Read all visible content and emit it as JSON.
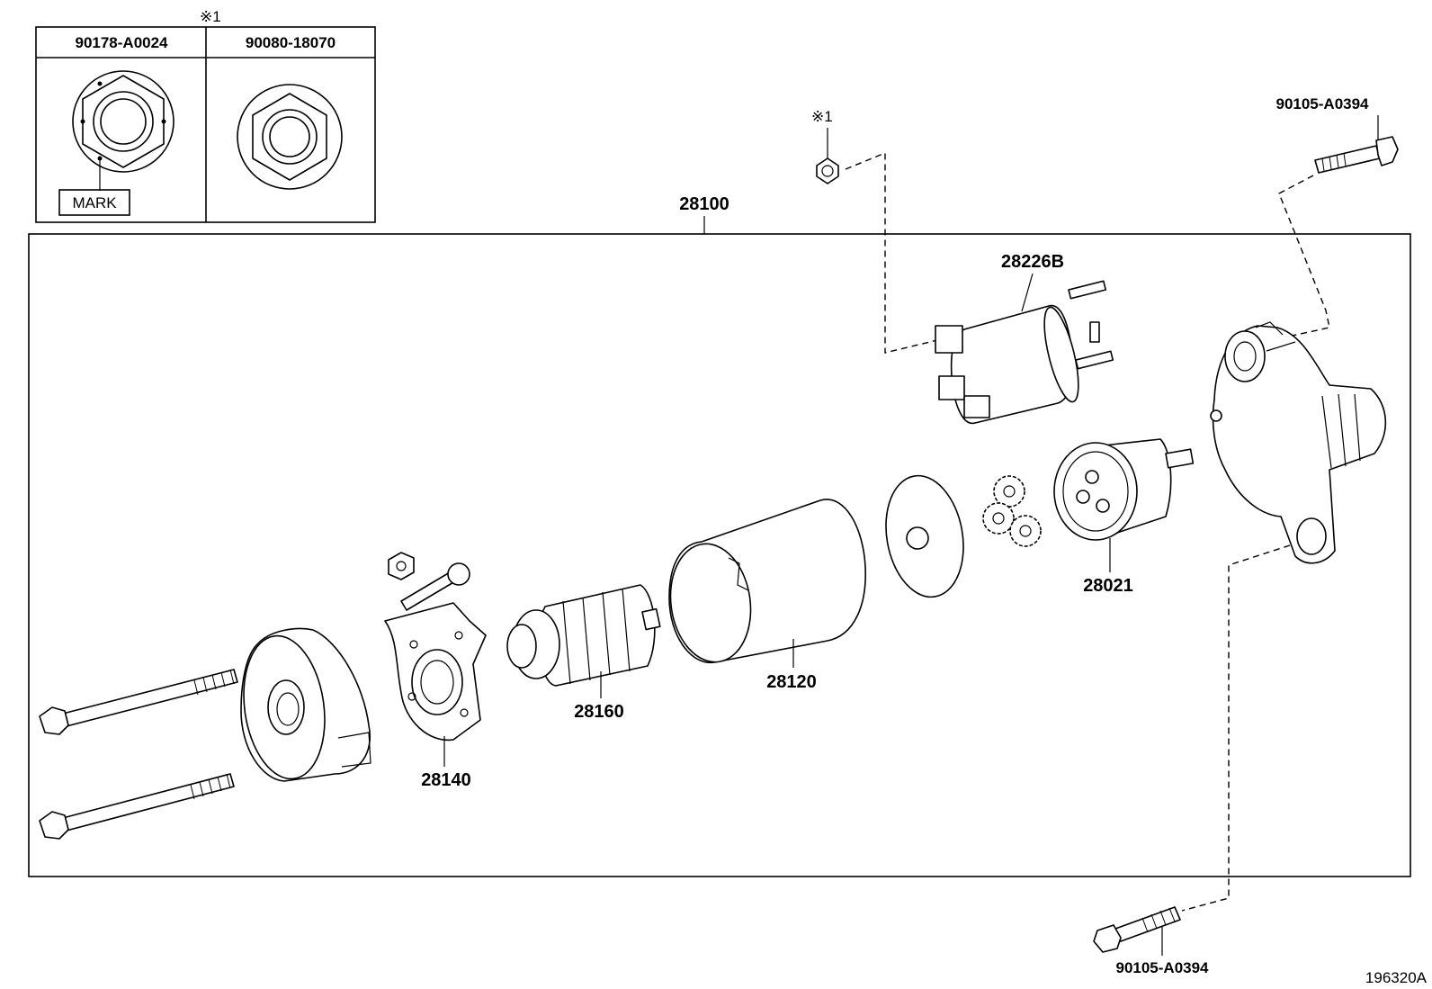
{
  "inset": {
    "note_mark": "※1",
    "col_left_part": "90178-A0024",
    "col_right_part": "90080-18070",
    "mark_label": "MARK"
  },
  "assembly": {
    "number": "28100"
  },
  "parts": {
    "solenoid": "28226B",
    "drive_gear": "28021",
    "yoke": "28120",
    "armature": "28160",
    "brush_holder": "28140",
    "nut_note": "※1",
    "bolt_top": "90105-A0394",
    "bolt_bottom": "90105-A0394"
  },
  "figure_id": "196320A"
}
